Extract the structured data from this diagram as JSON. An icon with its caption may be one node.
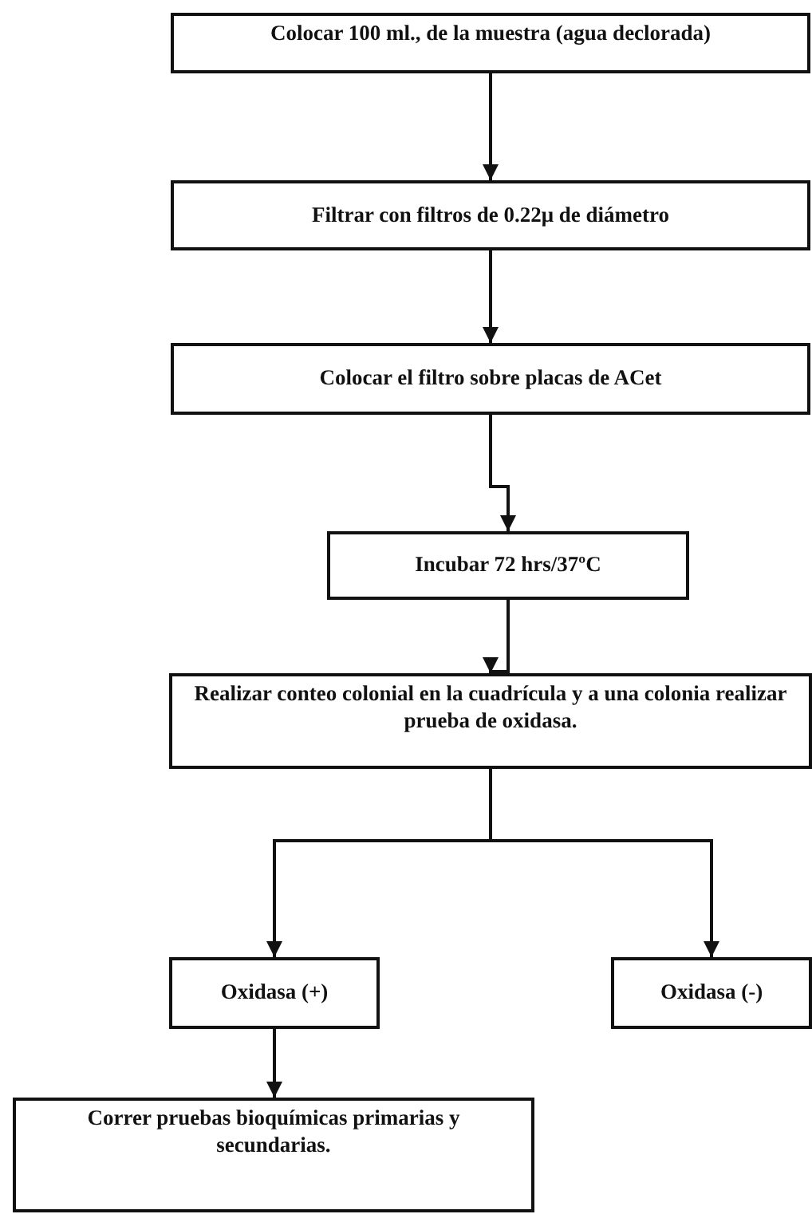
{
  "diagram": {
    "nodes": [
      {
        "text": [
          "Colocar 100 ml., de la muestra (agua declorada)"
        ]
      },
      {
        "text": [
          "Filtrar con filtros de 0.22μ de diámetro"
        ]
      },
      {
        "text": [
          "Colocar el filtro sobre placas de ACet"
        ]
      },
      {
        "text": [
          "Incubar  72 hrs/37ºC"
        ]
      },
      {
        "text": [
          "Realizar conteo colonial en la cuadrícula  y a una colonia realizar prueba de oxidasa."
        ]
      },
      {
        "text": [
          "Oxidasa (+)"
        ]
      },
      {
        "text": [
          "Oxidasa (-)"
        ]
      },
      {
        "text": [
          "Correr pruebas bioquímicas primarias y secundarias."
        ]
      }
    ],
    "edges": [
      {
        "from": 0,
        "to": 1,
        "arrow": "to"
      },
      {
        "from": 1,
        "to": 2,
        "arrow": "to"
      },
      {
        "from": 2,
        "to": 3,
        "arrow": "to"
      },
      {
        "from": 3,
        "to": 4,
        "arrow": "to"
      },
      {
        "from": 4,
        "to": 5,
        "arrow": "to"
      },
      {
        "from": 4,
        "to": 6,
        "arrow": "to"
      },
      {
        "from": 5,
        "to": 7,
        "arrow": "to"
      }
    ]
  }
}
